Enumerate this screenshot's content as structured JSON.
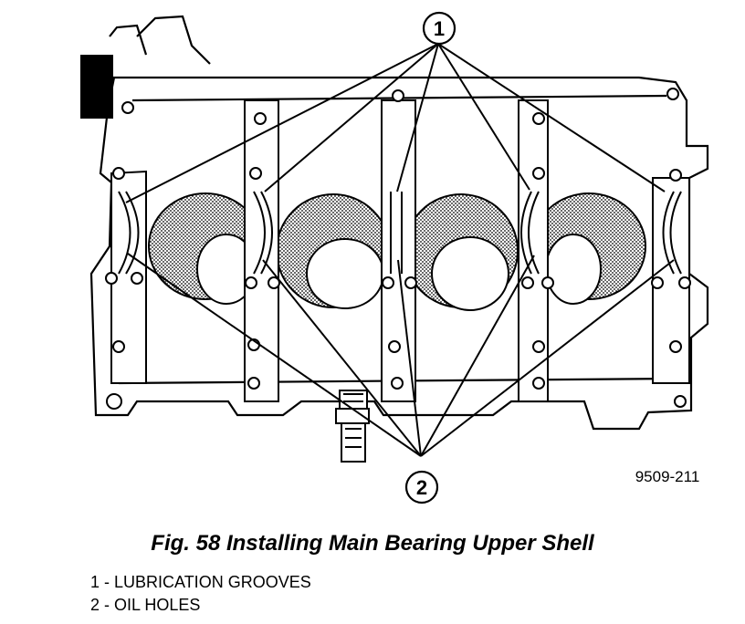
{
  "figure": {
    "callouts": [
      {
        "number": "1"
      },
      {
        "number": "2"
      }
    ],
    "reference": "9509-211"
  },
  "caption": "Fig. 58 Installing Main Bearing Upper Shell",
  "legend": [
    {
      "text": "1 - LUBRICATION GROOVES"
    },
    {
      "text": "2 - OIL HOLES"
    }
  ]
}
